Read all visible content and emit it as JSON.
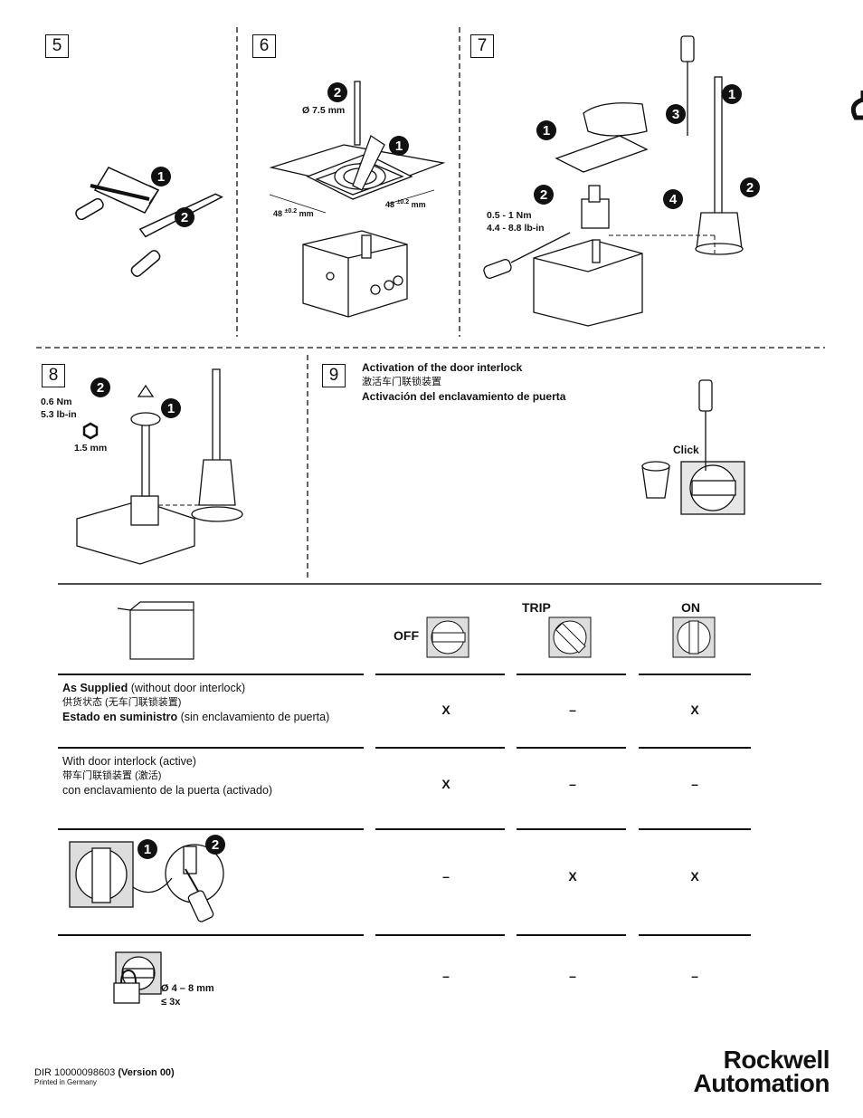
{
  "steps": {
    "s5": {
      "num": "5"
    },
    "s6": {
      "num": "6",
      "drill": "Ø 7.5 mm",
      "dim_left": "48",
      "dim_right": "48",
      "tol": "±0.2",
      "unit": "mm"
    },
    "s7": {
      "num": "7",
      "torque1": "0.5 - 1 Nm",
      "torque2": "4.4 - 8.8  lb-in"
    },
    "s8": {
      "num": "8",
      "torque1": "0.6 Nm",
      "torque2": "5.3 lb-in",
      "hex": "1.5 mm"
    },
    "s9": {
      "num": "9",
      "title_en": "Activation of the door interlock",
      "title_zh": "激活车门联锁装置",
      "title_es": "Activación del enclavamiento de puerta",
      "click": "Click"
    }
  },
  "callouts": [
    "1",
    "2",
    "3",
    "4"
  ],
  "table": {
    "headers": {
      "off": "OFF",
      "trip": "TRIP",
      "on": "ON"
    },
    "rows": [
      {
        "en_bold": "As Supplied",
        "en_rest": " (without door interlock)",
        "zh": "供货状态 (无车门联锁装置)",
        "es_bold": "Estado en suministro",
        "es_rest": " (sin enclavamiento de puerta)",
        "off": "X",
        "trip": "–",
        "on": "X"
      },
      {
        "en": "With door interlock (active)",
        "zh": "带车门联锁装置 (激活)",
        "es": "con enclavamiento de la puerta (activado)",
        "off": "X",
        "trip": "–",
        "on": "–"
      },
      {
        "off": "–",
        "trip": "X",
        "on": "X"
      },
      {
        "lock_dia": "Ø 4 – 8 mm",
        "lock_count": "≤ 3x",
        "off": "–",
        "trip": "–",
        "on": "–"
      }
    ]
  },
  "footer": {
    "doc": "DIR 10000098603",
    "version": "(Version 00)",
    "printed": "Printed in Germany",
    "brand1": "Rockwell",
    "brand2": "Automation"
  }
}
